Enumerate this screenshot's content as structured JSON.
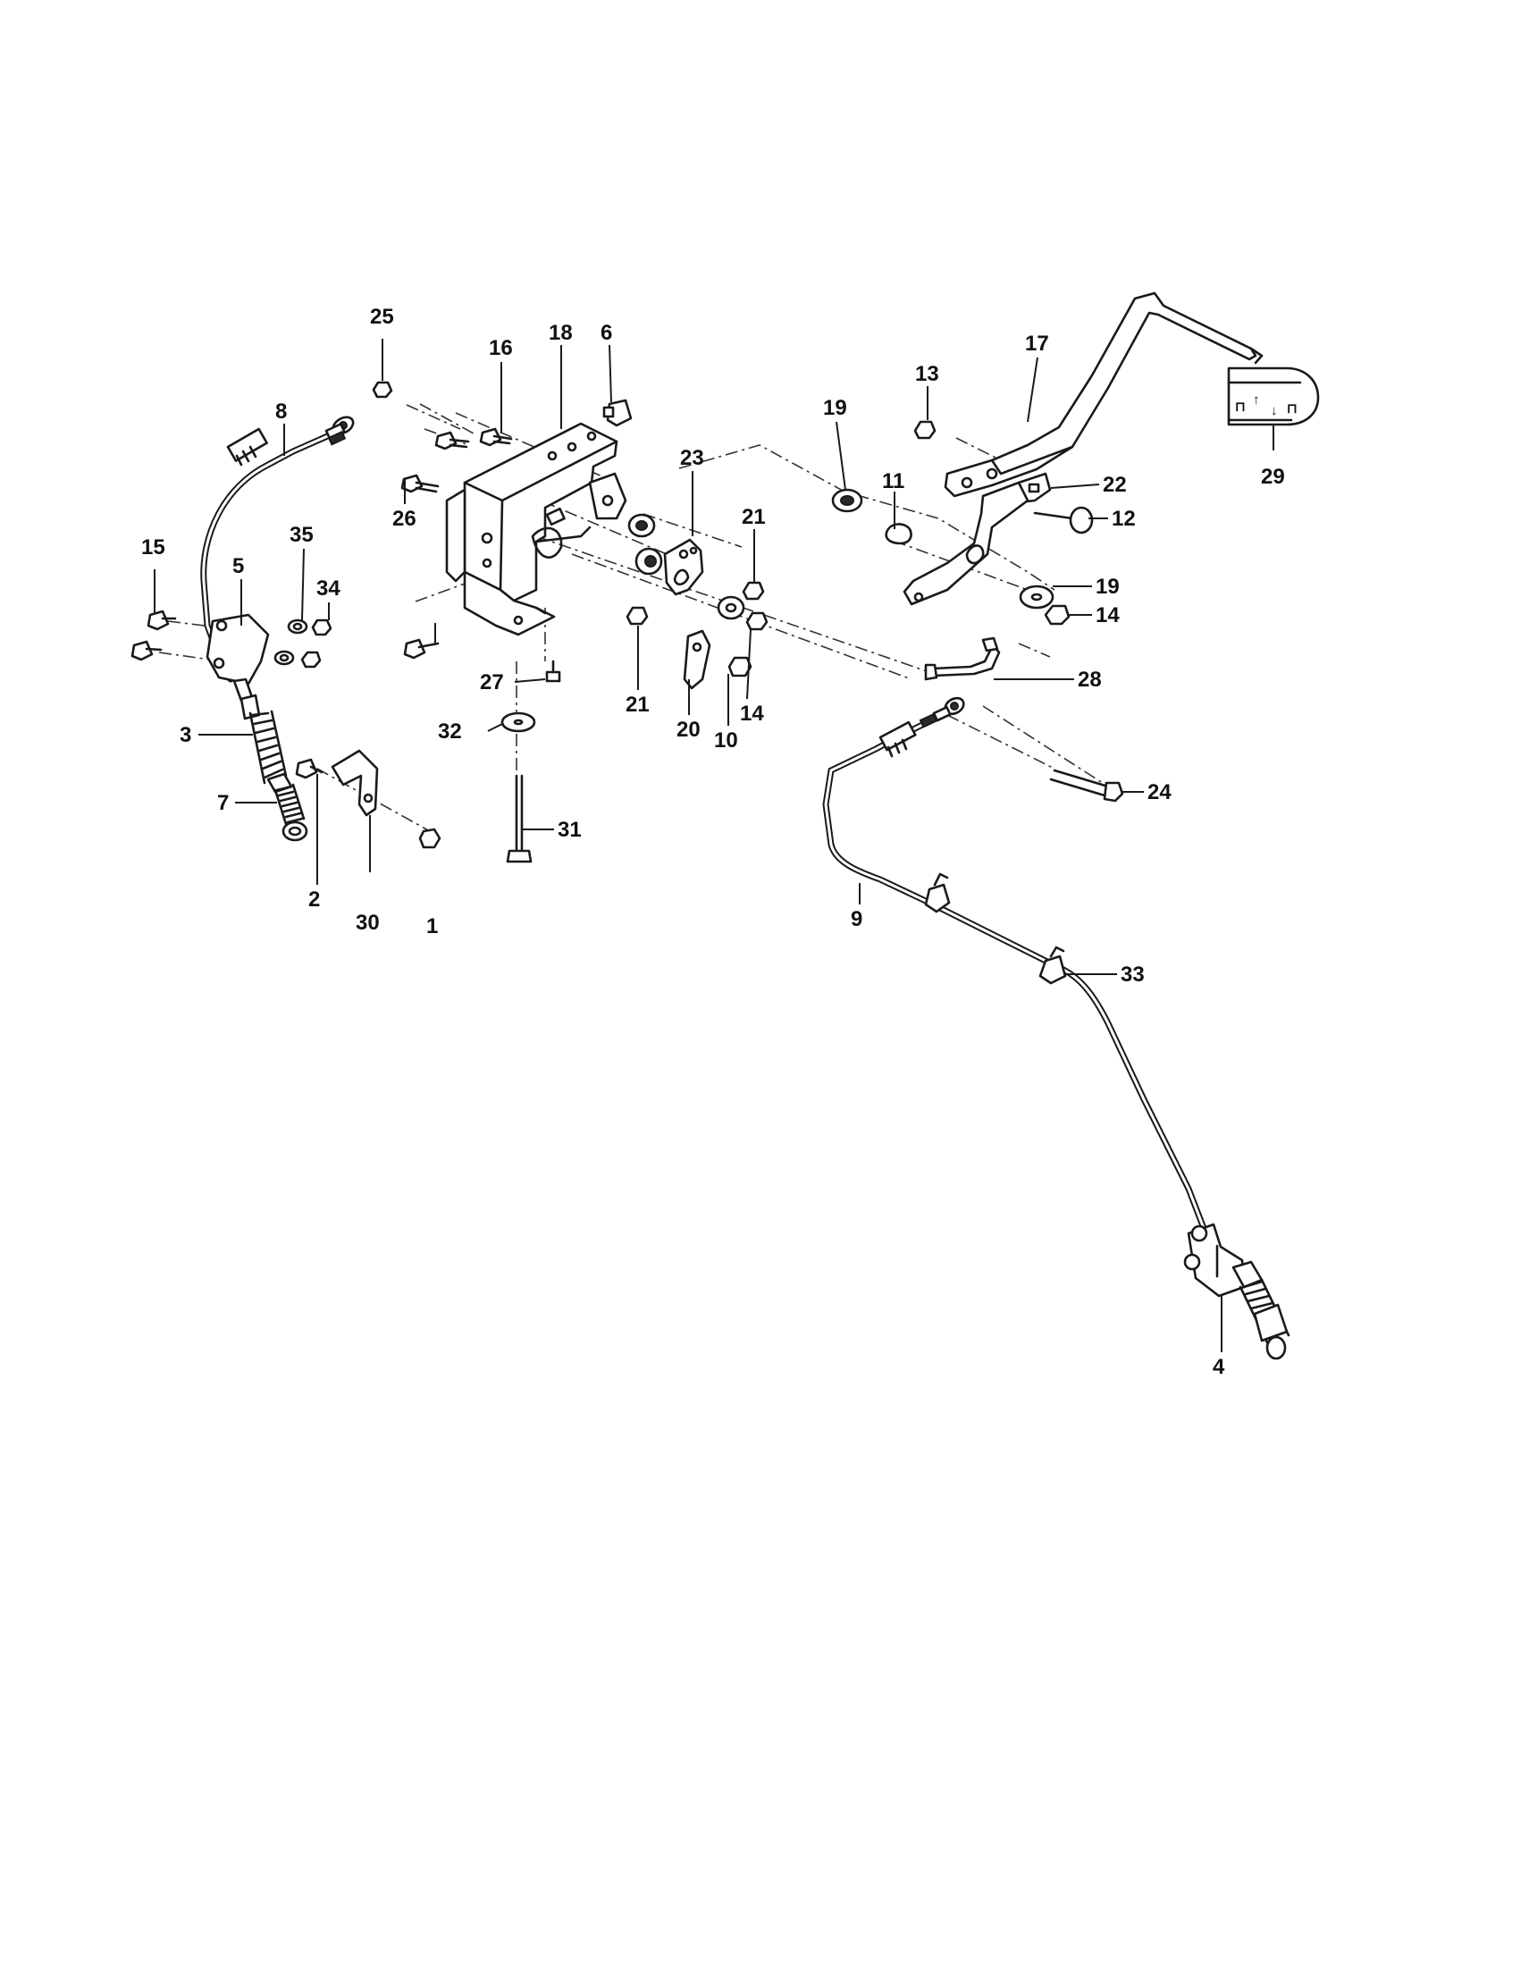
{
  "diagram": {
    "callouts": [
      "1",
      "2",
      "3",
      "4",
      "5",
      "6",
      "7",
      "8",
      "9",
      "10",
      "11",
      "12",
      "13",
      "14",
      "14",
      "15",
      "16",
      "17",
      "18",
      "19",
      "19",
      "20",
      "21",
      "21",
      "22",
      "23",
      "24",
      "25",
      "26",
      "27",
      "28",
      "29",
      "30",
      "31",
      "32",
      "33",
      "34",
      "35"
    ],
    "decal_symbols": [
      "⊓",
      "↑",
      "↓",
      "⊓"
    ]
  }
}
